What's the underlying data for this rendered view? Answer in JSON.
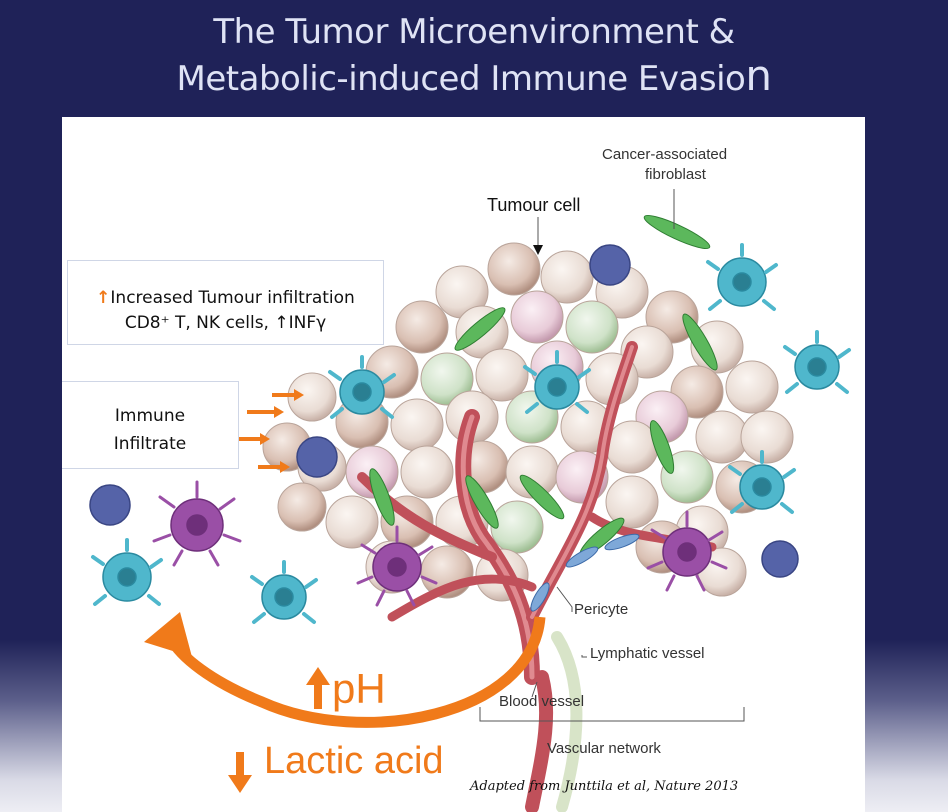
{
  "title": {
    "line1": "The Tumor Microenvironment &",
    "line2_main": "Metabolic-induced Immune Evasio",
    "line2_last": "n"
  },
  "callouts": {
    "infiltration_line1": "Increased Tumour infiltration",
    "infiltration_line2": "CD8⁺ T, NK cells, ↑INFγ",
    "immune_line1": "Immune",
    "immune_line2": "Infiltrate"
  },
  "labels": {
    "cancer_fibroblast_1": "Cancer-associated",
    "cancer_fibroblast_2": "fibroblast",
    "tumour_cell": "Tumour cell",
    "pericyte": "Pericyte",
    "lymphatic_vessel": "Lymphatic vessel",
    "blood_vessel": "Blood vessel",
    "vascular_network": "Vascular network"
  },
  "metabolic": {
    "ph": "pH",
    "lactic_acid": "Lactic acid"
  },
  "credit": "Adapted from Junttila et al, Nature 2013",
  "colors": {
    "background": "#1f2258",
    "title_text": "#dfe3f5",
    "accent_orange": "#f07a1a",
    "vessel_red": "#c0505a",
    "fibroblast_green": "#4aa84a",
    "immune_cyan": "#4fb7cc",
    "immune_purple": "#9a4fa6",
    "immune_blue": "#5563a8"
  }
}
